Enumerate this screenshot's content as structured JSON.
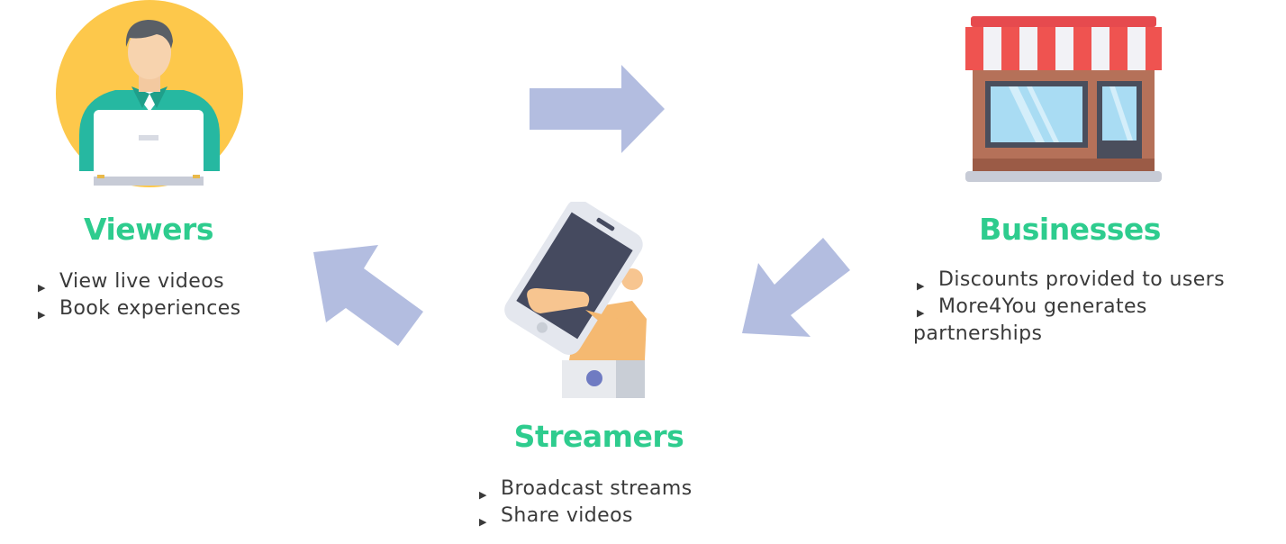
{
  "colors": {
    "heading": "#2ecc8e",
    "arrow": "#b3bde0",
    "text": "#3a3a3a"
  },
  "nodes": {
    "viewers": {
      "title": "Viewers",
      "icon": "person-with-laptop-icon",
      "bullets": [
        "View live videos",
        "Book experiences"
      ]
    },
    "businesses": {
      "title": "Businesses",
      "icon": "storefront-icon",
      "bullets": [
        "Discounts provided to users",
        "More4You generates",
        "partnerships"
      ]
    },
    "streamers": {
      "title": "Streamers",
      "icon": "hand-holding-phone-icon",
      "bullets": [
        "Broadcast streams",
        "Share videos"
      ]
    }
  },
  "arrows": [
    {
      "from": "viewers",
      "to": "businesses",
      "icon": "arrow-right-icon"
    },
    {
      "from": "businesses",
      "to": "streamers",
      "icon": "arrow-down-left-icon"
    },
    {
      "from": "streamers",
      "to": "viewers",
      "icon": "arrow-up-left-icon"
    }
  ]
}
